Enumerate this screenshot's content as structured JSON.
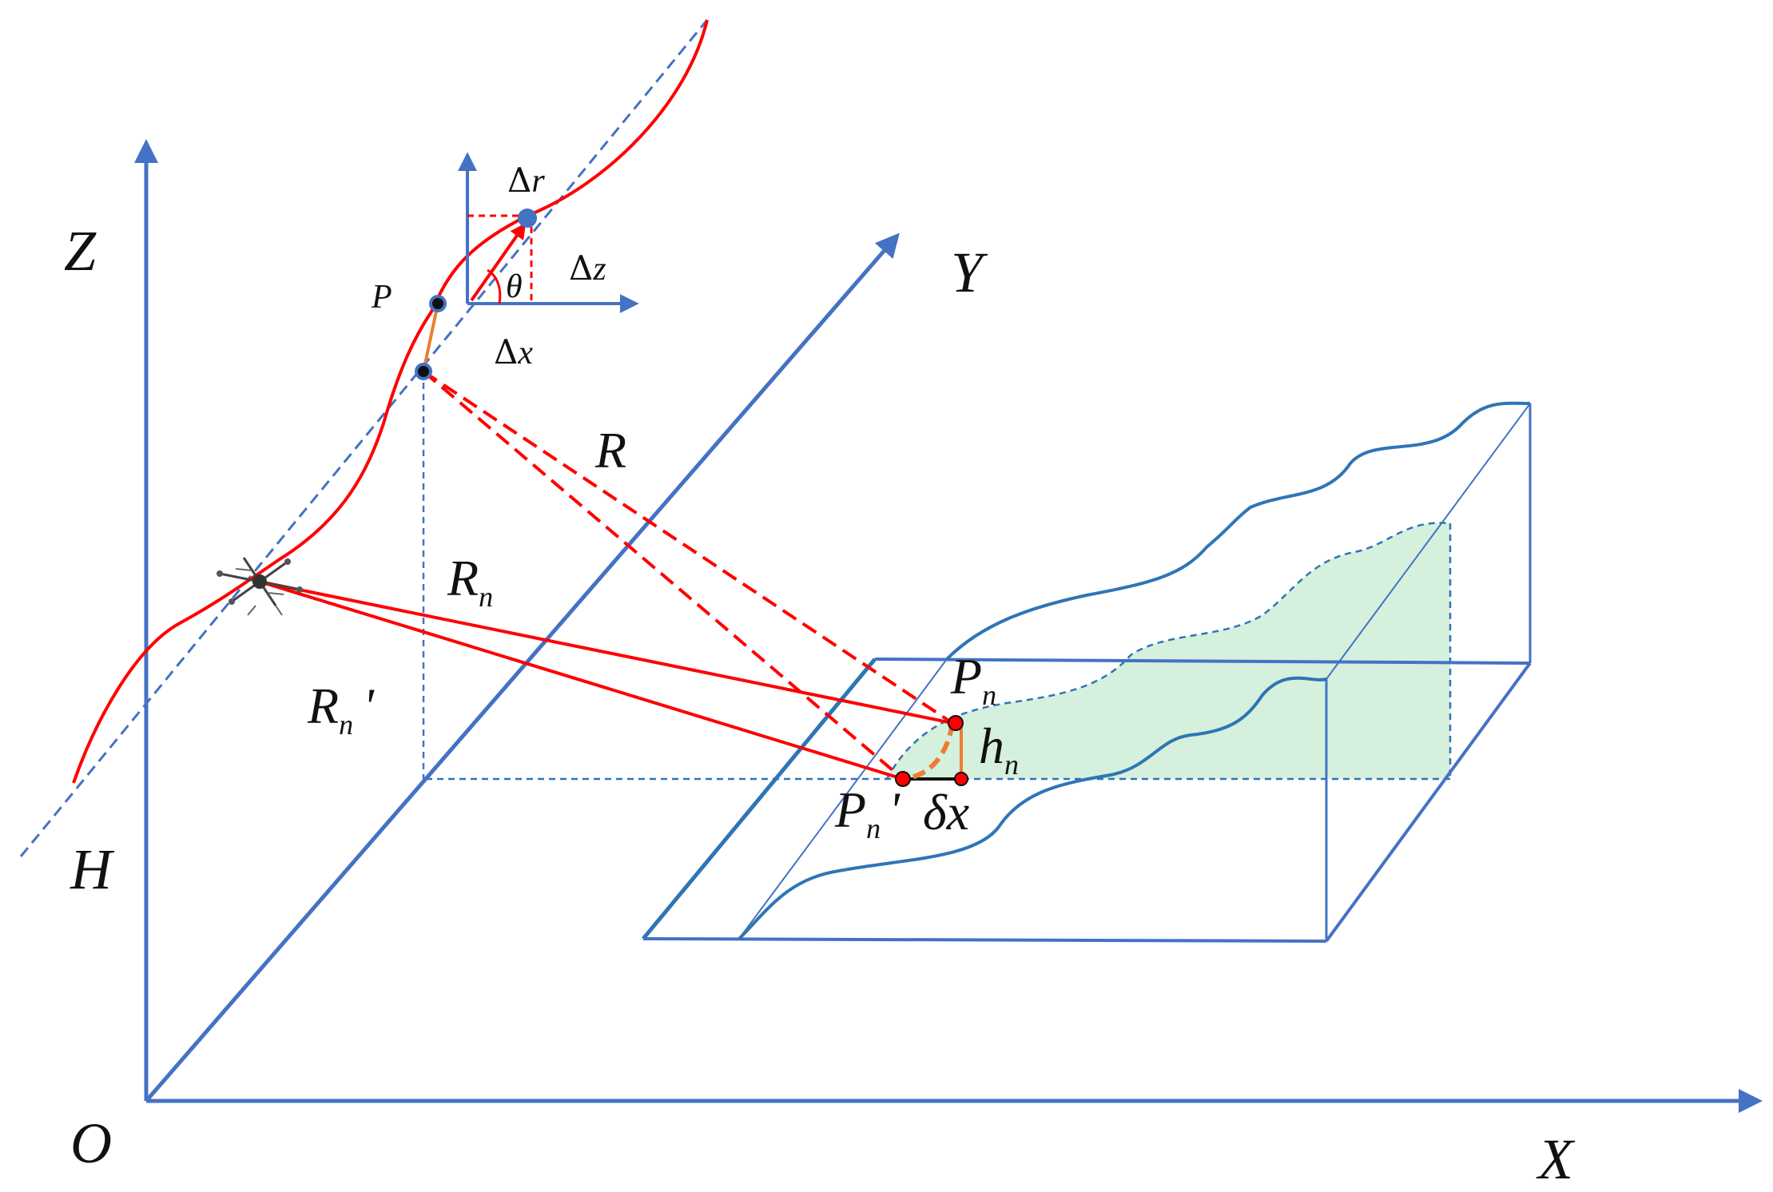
{
  "colors": {
    "axis": "#4472C4",
    "trajectory": "#FF0000",
    "terrain": "#2E75B6",
    "water": "#D5F0DC",
    "orange": "#ED7D31",
    "point": "#1F1F1F"
  },
  "axes": {
    "x_label": "X",
    "y_label": "Y",
    "z_label": "Z",
    "origin_label": "O",
    "height_label": "H"
  },
  "ranges": {
    "slant_label": "R",
    "rn_label": "R",
    "rn_sub": "n",
    "rn_prime_label": "R",
    "rn_prime_sub": "n",
    "rn_prime_mark": "'"
  },
  "points": {
    "p_label": "P",
    "pn_label": "P",
    "pn_sub": "n",
    "pn_prime_label": "P",
    "pn_prime_sub": "n",
    "pn_prime_mark": "'",
    "hn_label": "h",
    "hn_sub": "n",
    "dx_delta": "δ",
    "dx_var": "x"
  },
  "inset": {
    "dr_delta": "Δ",
    "dr_var": "r",
    "dz_delta": "Δ",
    "dz_var": "z",
    "dx_delta": "Δ",
    "dx_var": "x",
    "theta": "θ"
  },
  "icons": {
    "drone": "drone-icon"
  }
}
